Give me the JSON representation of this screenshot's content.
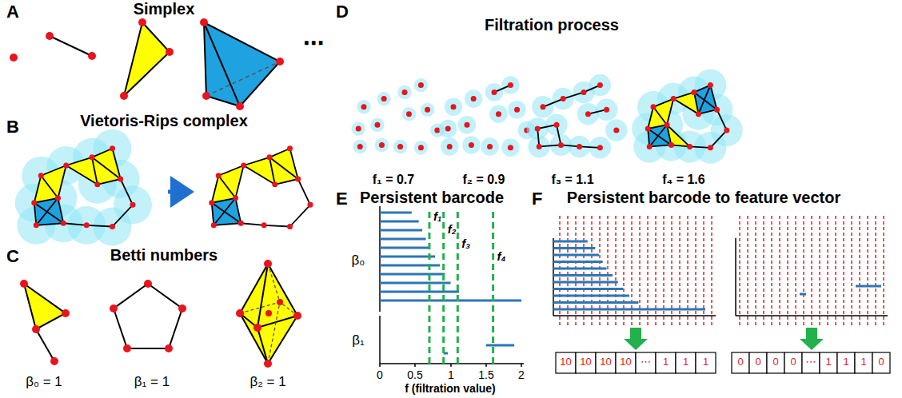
{
  "diagram": {
    "labels": [
      "A",
      "Simplex",
      "⋯",
      "B",
      "Vietoris-Rips complex",
      "C",
      "Betti numbers",
      "β₀ = 1",
      "β₁ = 1",
      "β₂ = 1",
      "D",
      "Filtration process",
      "f₁ = 0.7",
      "f₂ = 0.9",
      "f₃ = 1.1",
      "f₄ = 1.6",
      "E",
      "Persistent barcode",
      "f₁",
      "f₂",
      "f₃",
      "f₄",
      "β₀",
      "β₁",
      "0",
      "0.5",
      "1",
      "1.5",
      "2",
      "f (filtration value)",
      "F",
      "Persistent barcode to feature vector",
      "10",
      "10",
      "10",
      "10",
      "⋯",
      "1",
      "1",
      "1",
      "0",
      "0",
      "0",
      "0",
      "⋯",
      "1",
      "1",
      "1",
      "0"
    ]
  }
}
